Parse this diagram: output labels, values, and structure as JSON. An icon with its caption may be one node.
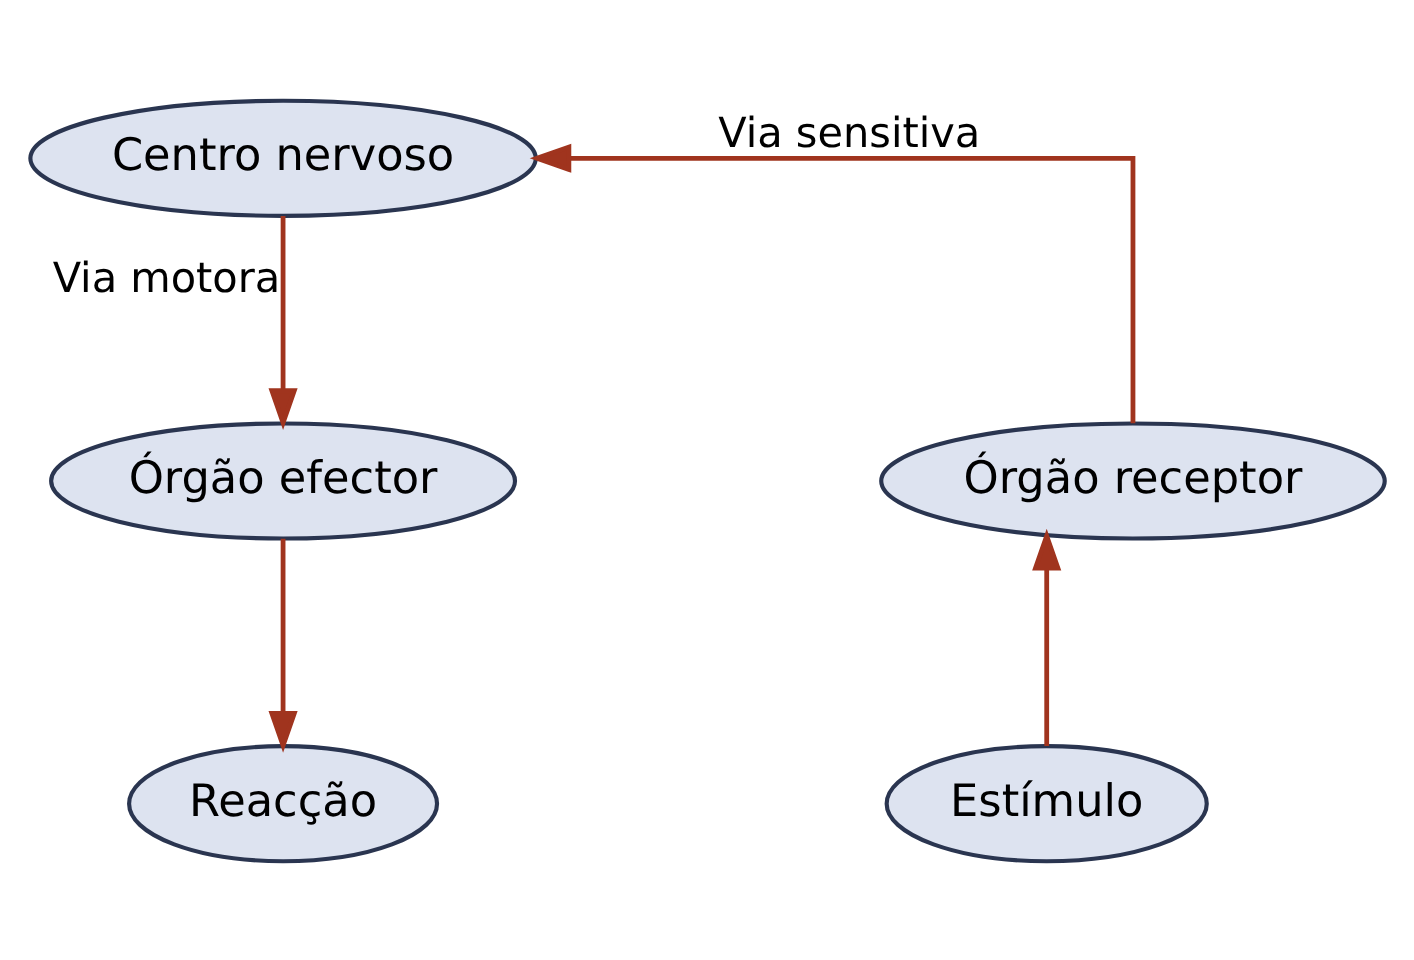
{
  "diagram": {
    "nodes": [
      {
        "text": [
          "Centro nervoso"
        ]
      },
      {
        "text": [
          "Órgão receptor"
        ]
      },
      {
        "text": [
          "Órgão efector"
        ]
      },
      {
        "text": [
          "Estímulo"
        ]
      },
      {
        "text": [
          "Reacção"
        ]
      }
    ],
    "edges": [
      {
        "from": 3,
        "to": 1,
        "arrow": "to"
      },
      {
        "from": 1,
        "to": 0,
        "arrow": "to",
        "label": "Via sensitiva"
      },
      {
        "from": 0,
        "to": 2,
        "arrow": "to",
        "label": "Via motora"
      },
      {
        "from": 2,
        "to": 4,
        "arrow": "to"
      }
    ]
  }
}
